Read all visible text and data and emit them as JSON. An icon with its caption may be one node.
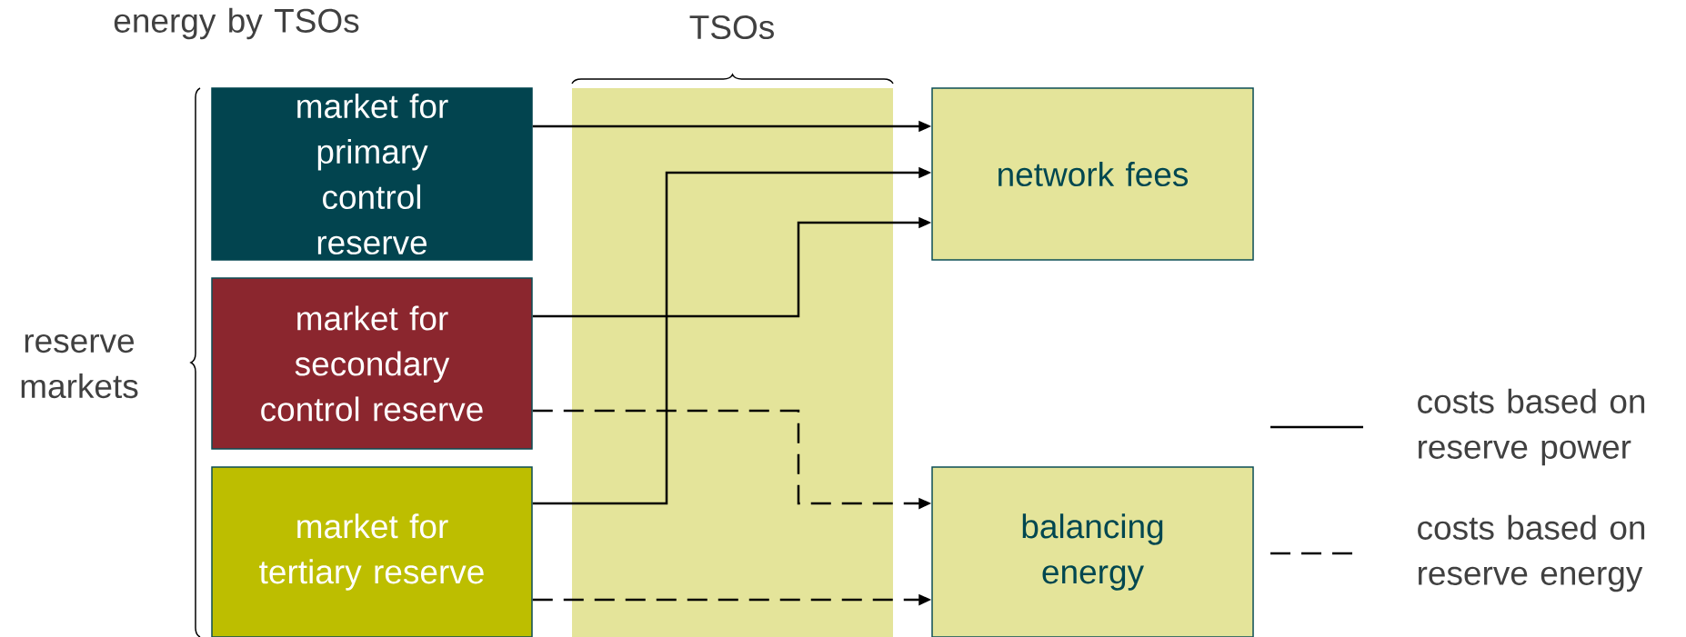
{
  "diagram": {
    "nodes": [
      {
        "text": [
          "market for primary control reserve"
        ]
      },
      {
        "text": [
          "market for secondary control reserve"
        ]
      },
      {
        "text": [
          "market for tertiary reserve"
        ]
      },
      {
        "text": [
          "network fees"
        ]
      },
      {
        "text": [
          "balancing energy"
        ]
      }
    ],
    "edges": [
      {
        "from": 0,
        "to": 3,
        "arrow": "to"
      },
      {
        "from": 2,
        "to": 3,
        "arrow": "to"
      },
      {
        "from": 1,
        "to": 3,
        "arrow": "to"
      },
      {
        "from": 1,
        "to": 4,
        "arrow": "to",
        "style": "dashed"
      },
      {
        "from": 2,
        "to": 4,
        "arrow": "to",
        "style": "dashed"
      }
    ],
    "labels": [
      "energy by TSOs",
      "TSOs",
      "reserve markets"
    ],
    "legend": [
      {
        "text": "costs based on reserve power"
      },
      {
        "text": "costs based on reserve energy"
      }
    ]
  }
}
